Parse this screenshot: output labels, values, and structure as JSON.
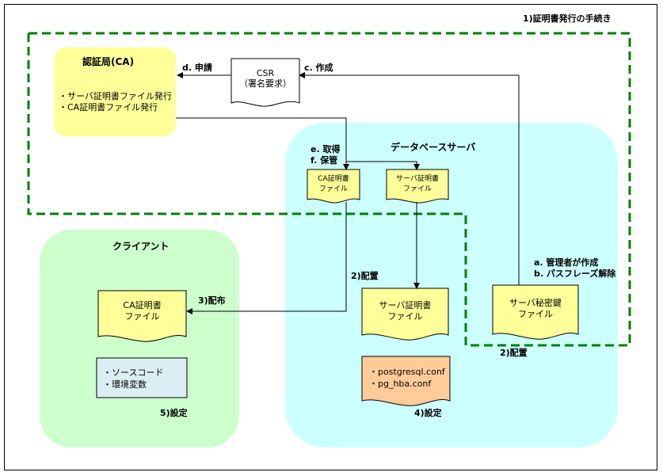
{
  "procedure_label": "1)証明書発行の手続き",
  "ca": {
    "title": "認証局(CA)",
    "items": [
      "・サーバ証明書ファイル発行",
      "・CA証明書ファイル発行"
    ]
  },
  "csr": {
    "line1": "CSR",
    "line2": "（署名要求）"
  },
  "steps": {
    "d": "d. 申請",
    "c": "c. 作成",
    "e": "e. 取得",
    "f": "f. 保管",
    "a": "a. 管理者が作成",
    "b": "b. パスフレーズ解除"
  },
  "db_server": {
    "title": "データベースサーバ",
    "ca_cert_small": [
      "CA証明書",
      "ファイル"
    ],
    "server_cert_small": [
      "サーバ証明書",
      "ファイル"
    ],
    "server_cert": [
      "サーバ証明書",
      "ファイル"
    ],
    "server_key": [
      "サーバ秘密鍵",
      "ファイル"
    ],
    "conf_files": [
      "・postgresql.conf",
      "・pg_hba.conf"
    ]
  },
  "client": {
    "title": "クライアント",
    "ca_cert": [
      "CA証明書",
      "ファイル"
    ],
    "source_items": [
      "・ソースコード",
      "・環境変数"
    ]
  },
  "labels": {
    "deploy_cert": "2)配置",
    "deploy_key": "2)配置",
    "distribute": "3)配布",
    "setting_server": "4)設定",
    "setting_client": "5)設定"
  },
  "colors": {
    "ca_fill": "#ffff99",
    "file_fill": "#ffff99",
    "server_fill": "#ccffff",
    "client_fill": "#ccffcc",
    "conf_fill": "#ffcc99",
    "source_fill": "#dbeef4",
    "dashed_border": "#008000"
  }
}
